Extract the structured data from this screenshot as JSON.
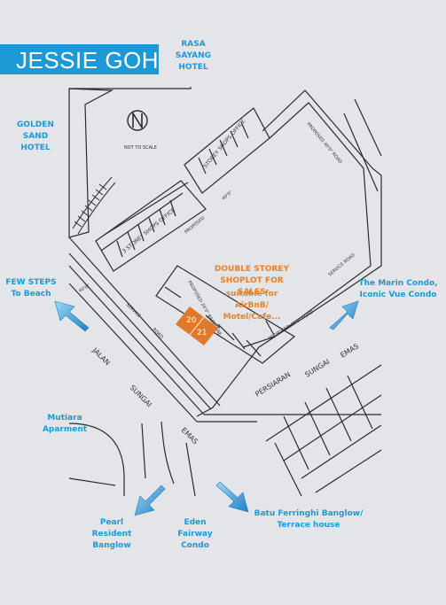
{
  "header": {
    "agent_name": "JESSIE GOH"
  },
  "landmarks": {
    "rasa_sayang": "RASA\nSAYANG\nHOTEL",
    "golden_sand": "GOLDEN\nSAND\nHOTEL",
    "few_steps": "FEW STEPS\nTo Beach",
    "marin_condo": "The Marin Condo,\nIconic Vue Condo",
    "mutiara": "Mutiara\nAparment",
    "pearl": "Pearl\nResident\nBanglow",
    "eden": "Eden\nFairway\nCondo",
    "batu_ferringhi": "Batu Ferringhi Banglow/\nTerrace house"
  },
  "promo": {
    "headline": "DOUBLE STOREY\nSHOPLOT FOR SALES",
    "sub": "suitable for AirBnB/\nMotel/Cafe..."
  },
  "lots": {
    "lot_a": "20",
    "lot_b": "21"
  },
  "map": {
    "compass": "N",
    "not_to_scale": "NOT TO SCALE",
    "roads": {
      "jalan": "JALAN",
      "sungai": "SUNGAI",
      "emas": "EMAS",
      "persiaran": "PERSIARAN",
      "sungai2": "SUNGAI",
      "emas2": "EMAS",
      "service_road": "SERVICE",
      "road": "ROAD",
      "proposed": "PROPOSED",
      "forty": "40'0\"",
      "proposed_road": "PROPOSED 40'0\" ROAD",
      "service_road2": "SERVICE ROAD",
      "shop_office_upper": "STOREY SHOPS OFFICE",
      "shop_office_left": "3 STOREY SHOPS OFFICE",
      "backlane": "PROPOSED 20'0\" BACKLANE"
    }
  },
  "colors": {
    "accent": "#1d9ad6",
    "promo": "#e8822a",
    "lot_fill": "#e07a2a"
  }
}
